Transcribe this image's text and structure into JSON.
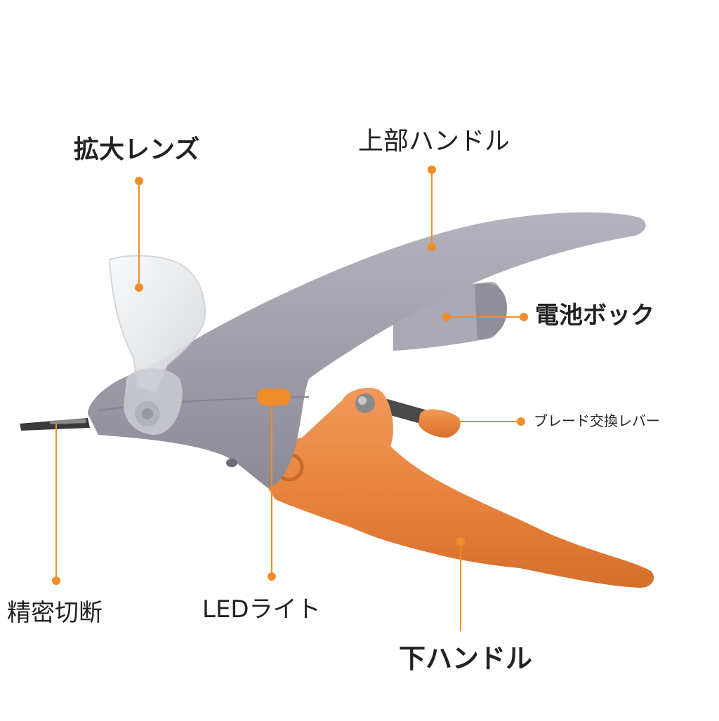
{
  "diagram": {
    "accent_color": "#f28c28",
    "labels": {
      "lens": "拡大レンズ",
      "upper_handle": "上部ハンドル",
      "battery_box": "電池ボック",
      "blade_lever": "ブレード交換レバー",
      "precision_cut": "精密切断",
      "led_light": "LEDライト",
      "lower_handle": "下ハンドル"
    },
    "parts": {
      "upper_handle_color": "#9d9ca8",
      "lower_handle_color": "#e8843a",
      "lens_color": "#e9ecef",
      "blade_color": "#3a3a3a"
    }
  }
}
